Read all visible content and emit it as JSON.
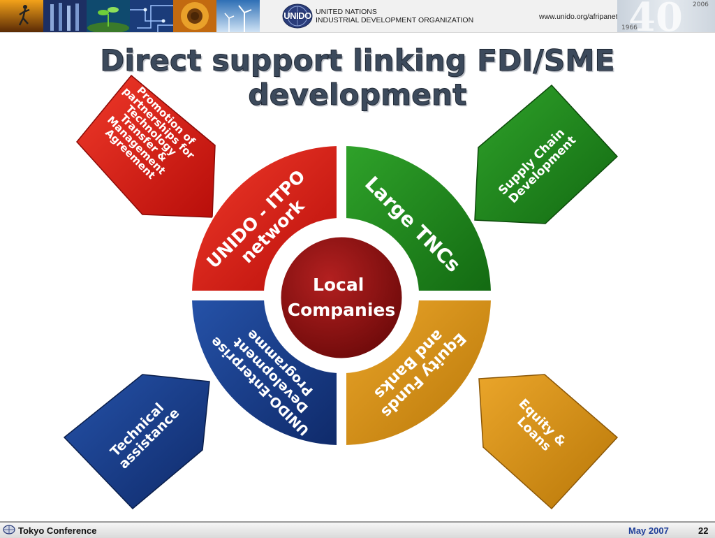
{
  "header": {
    "org_short": "UNIDO",
    "org_line1": "UNITED NATIONS",
    "org_line2": "INDUSTRIAL DEVELOPMENT ORGANIZATION",
    "url": "www.unido.org/afripanet",
    "anniversary_number": "40",
    "anniversary_year_start": "1966",
    "anniversary_year_end": "2006",
    "thumbnails": [
      "runner-photo",
      "test-tubes-photo",
      "plant-sprout-photo",
      "circuit-board-photo",
      "sunflower-photo",
      "wind-turbines-photo"
    ]
  },
  "title": "Direct support linking FDI/SME development",
  "diagram": {
    "center": [
      "Local",
      "Companies"
    ],
    "segments": {
      "top_left": [
        "UNIDO - ITPO",
        "network"
      ],
      "top_right": [
        "Large TNCs"
      ],
      "bottom_left": [
        "UNIDO-Enterprise",
        "Development",
        "Programme"
      ],
      "bottom_right": [
        "Equity Funds",
        "and Banks"
      ]
    },
    "arrows": {
      "top_left": [
        "Promotion of",
        "partnerships for",
        "Technology",
        "Transfer &",
        "Management",
        "Agreement"
      ],
      "top_right": [
        "Supply Chain",
        "Development"
      ],
      "bottom_left": [
        "Technical",
        "assistance"
      ],
      "bottom_right": [
        "Equity &",
        "Loans"
      ]
    },
    "colors": {
      "red": "#d81a14",
      "green": "#1f8a1a",
      "blue": "#183a8a",
      "gold": "#d7930f",
      "center": "#8a1010"
    }
  },
  "footer": {
    "conference": "Tokyo Conference",
    "date": "May 2007",
    "page": "22"
  }
}
